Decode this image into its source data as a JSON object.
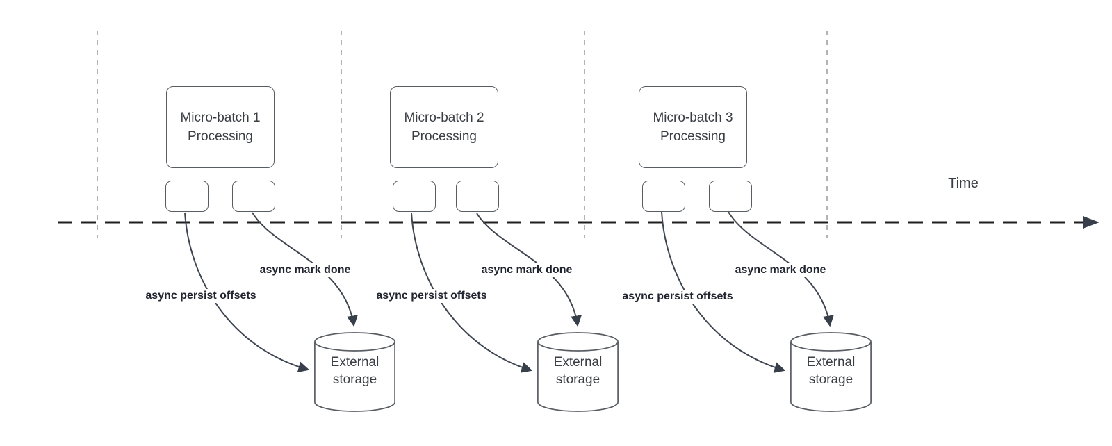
{
  "timeline": {
    "label": "Time"
  },
  "batches": [
    {
      "title_line1": "Micro-batch 1",
      "title_line2": "Processing",
      "persist_label": "async persist offsets",
      "mark_label": "async mark done",
      "storage_line1": "External",
      "storage_line2": "storage"
    },
    {
      "title_line1": "Micro-batch 2",
      "title_line2": "Processing",
      "persist_label": "async persist offsets",
      "mark_label": "async mark done",
      "storage_line1": "External",
      "storage_line2": "storage"
    },
    {
      "title_line1": "Micro-batch 3",
      "title_line2": "Processing",
      "persist_label": "async persist offsets",
      "mark_label": "async mark done",
      "storage_line1": "External",
      "storage_line2": "storage"
    }
  ],
  "colors": {
    "background": "#ffffff",
    "shape_stroke": "#585d63",
    "box_text": "#3a3f45",
    "label_text": "#1f242e",
    "timeline_dash": "#1f1f1f",
    "interval_dash": "#b3b3b3",
    "connector": "#3f4651",
    "arrowhead": "#373f4a"
  }
}
